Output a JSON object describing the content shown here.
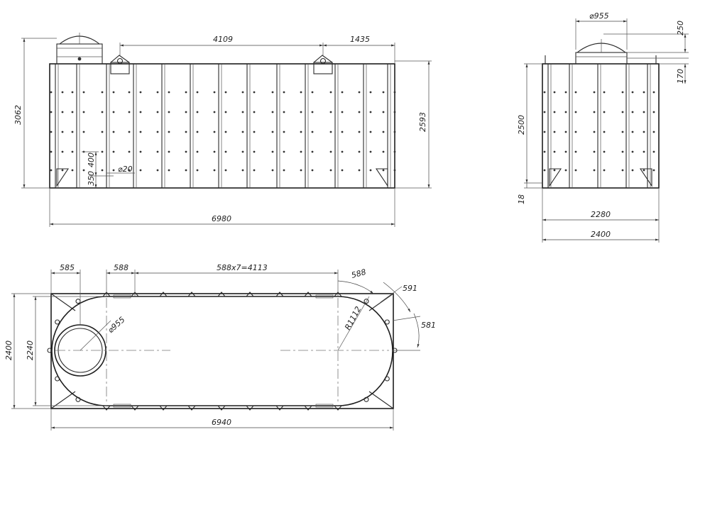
{
  "dimensions": {
    "front_height_total": "3062",
    "front_spacing_top": "4109",
    "front_offset_right": "1435",
    "front_height_body": "2593",
    "front_length": "6980",
    "front_rib_400": "400",
    "front_rib_350": "350",
    "front_hole": "⌀20",
    "side_hatch": "⌀955",
    "side_hatch_height": "250",
    "side_collar": "170",
    "side_body_height": "2500",
    "side_base": "18",
    "side_inner_width": "2280",
    "side_outer_width": "2400",
    "top_first": "585",
    "top_second": "588",
    "top_series": "588x7=4113",
    "top_arc1": "588",
    "top_arc2": "591",
    "top_arc3": "581",
    "top_radius": "R1112",
    "top_hatch": "⌀955",
    "top_width_outer": "2400",
    "top_width_inner": "2240",
    "top_length": "6940"
  }
}
